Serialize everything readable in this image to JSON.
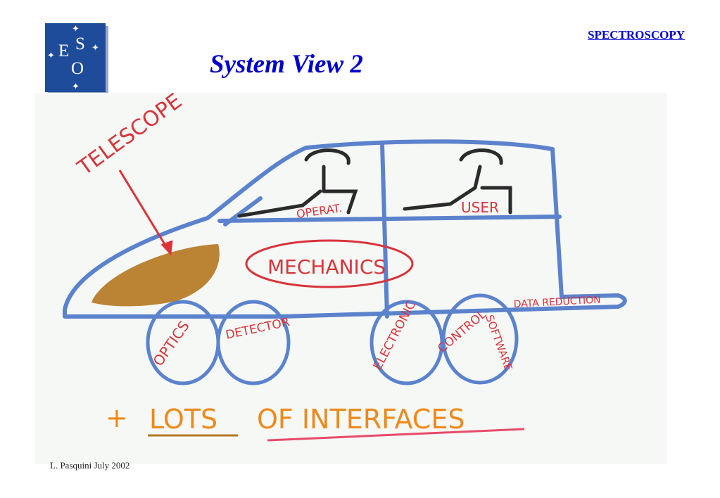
{
  "header": {
    "logo_letters": [
      "E",
      "S",
      "O"
    ],
    "section_label": "SPECTROSCOPY",
    "title": "System View 2"
  },
  "sketch": {
    "labels": {
      "telescope": "TELESCOPE",
      "operator": "OPERAT.",
      "user": "USER",
      "mechanics": "MECHANICS",
      "optics": "OPTICS",
      "detector": "DETECTOR",
      "electronic": "ELECTRONIC",
      "control": "CONTROL",
      "software": "SOFTWARE",
      "data_reduction": "DATA REDUCTION"
    },
    "caption": {
      "plus": "+",
      "lots": "LOTS",
      "rest": "OF INTERFACES"
    },
    "colors": {
      "outline": "#5b82cc",
      "labels": "#d8343a",
      "figures": "#2b2b2b",
      "telescope_fill": "#b5771f",
      "underline": "#e84a6a"
    }
  },
  "footer": {
    "credit": "L. Pasquini July 2002"
  }
}
